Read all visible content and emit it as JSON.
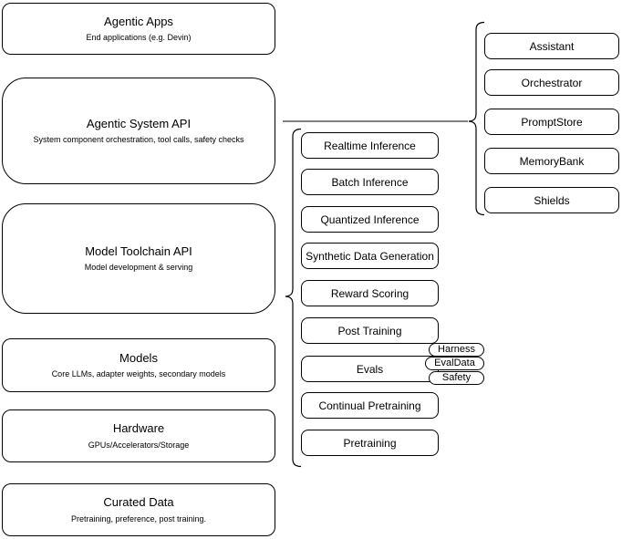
{
  "left_stack": [
    {
      "title": "Agentic Apps",
      "subtitle": "End applications (e.g. Devin)"
    },
    {
      "title": "Agentic System API",
      "subtitle": "System component orchestration, tool calls, safety checks"
    },
    {
      "title": "Model Toolchain API",
      "subtitle": "Model development & serving"
    },
    {
      "title": "Models",
      "subtitle": "Core LLMs, adapter weights, secondary models"
    },
    {
      "title": "Hardware",
      "subtitle": "GPUs/Accelerators/Storage"
    },
    {
      "title": "Curated Data",
      "subtitle": "Pretraining, preference, post training."
    }
  ],
  "toolchain": {
    "items": [
      "Realtime Inference",
      "Batch Inference",
      "Quantized Inference",
      "Synthetic Data Generation",
      "Reward Scoring",
      "Post Training",
      "Evals",
      "Continual Pretraining",
      "Pretraining"
    ]
  },
  "eval_pills": [
    "Harness",
    "EvalData",
    "Safety"
  ],
  "system_components": [
    "Assistant",
    "Orchestrator",
    "PromptStore",
    "MemoryBank",
    "Shields"
  ],
  "colors": {
    "shape_stroke": "#000000",
    "shape_fill": "#ffffff",
    "connector": "#808080",
    "background": "#ffffff"
  }
}
